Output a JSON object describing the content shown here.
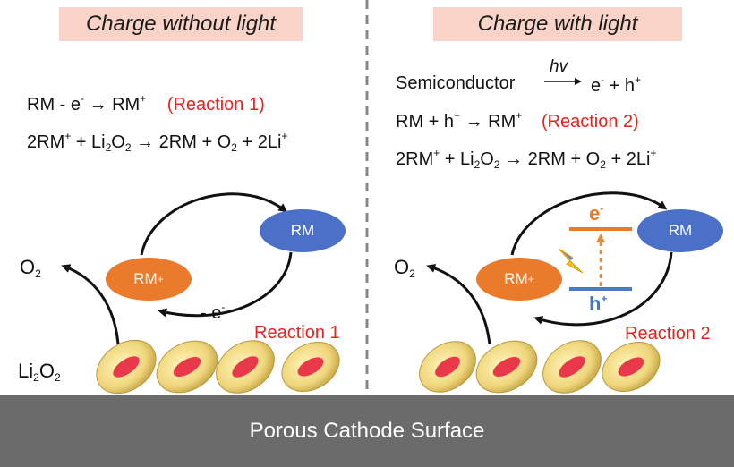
{
  "left": {
    "title": "Charge without light",
    "eq1": {
      "a": "RM - e",
      "a_sup": "-",
      "b": " → RM",
      "b_sup": "+",
      "tag": "(Reaction  1)"
    },
    "eq2": {
      "a": "2RM",
      "a_sup": "+",
      "b": " + Li",
      "b_sub": "2",
      "c": "O",
      "c_sub": "2",
      "d": " → 2RM + O",
      "d_sub": "2",
      "e": " + 2Li",
      "e_sup": "+"
    },
    "rm_plus": {
      "a": "RM",
      "sup": "+"
    },
    "rm": "RM",
    "minus_e": {
      "a": "- e",
      "sup": "-"
    },
    "reaction": "Reaction  1",
    "o2": {
      "a": "O",
      "sub": "2"
    },
    "li2o2": {
      "a": "Li",
      "sub1": "2",
      "b": "O",
      "sub2": "2"
    }
  },
  "right": {
    "title": "Charge with light",
    "eq0": {
      "a": "Semiconductor",
      "hv": "hv",
      "b": "e",
      "b_sup": "-",
      "c": " + h",
      "c_sup": "+"
    },
    "eq1": {
      "a": "RM + h",
      "a_sup": "+",
      "b": " → RM",
      "b_sup": "+",
      "tag": "(Reaction  2)"
    },
    "eq2": {
      "a": "2RM",
      "a_sup": "+",
      "b": " + Li",
      "b_sub": "2",
      "c": "O",
      "c_sub": "2",
      "d": " → 2RM + O",
      "d_sub": "2",
      "e": " + 2Li",
      "e_sup": "+"
    },
    "rm_plus": {
      "a": "RM",
      "sup": "+"
    },
    "rm": "RM",
    "electron": {
      "a": "e",
      "sup": "-"
    },
    "hole": {
      "a": "h",
      "sup": "+"
    },
    "reaction": "Reaction  2",
    "o2": {
      "a": "O",
      "sub": "2"
    }
  },
  "surface": "Porous Cathode Surface",
  "colors": {
    "title_bg": "#f9d3c8",
    "rm_plus": "#ea7a2c",
    "rm": "#4a70c8",
    "red_text": "#e8231f",
    "surface": "#6b6b6b",
    "particle": "#f1dc8c",
    "particle_core": "#e8384a"
  }
}
